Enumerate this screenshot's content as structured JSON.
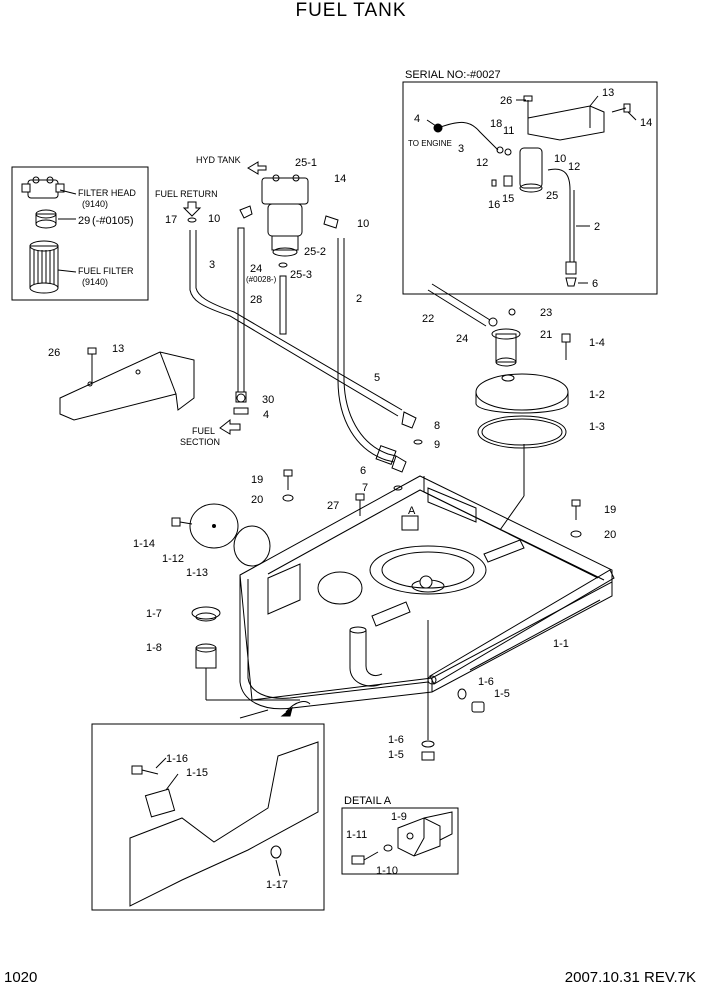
{
  "title": "FUEL TANK",
  "footer": {
    "page_number": "1020",
    "revision": "2007.10.31  REV.7K"
  },
  "inset_filter": {
    "filter_head": "FILTER HEAD",
    "filter_head_code": "(9140)",
    "part_29": "29",
    "part_29_note": "(-#0105)",
    "fuel_filter": "FUEL FILTER",
    "fuel_filter_code": "(9140)"
  },
  "inset_serial": {
    "heading": "SERIAL NO:-#0027",
    "to_engine": "TO ENGINE",
    "labels": [
      "26",
      "13",
      "14",
      "4",
      "18",
      "11",
      "3",
      "12",
      "10",
      "12",
      "16",
      "15",
      "25",
      "2",
      "6"
    ]
  },
  "main": {
    "hyd_tank": "HYD TANK",
    "fuel_return": "FUEL RETURN",
    "fuel_section_1": "FUEL",
    "fuel_section_2": "SECTION",
    "note_0028": "(#0028-)",
    "labels": {
      "p25_1": "25-1",
      "p14": "14",
      "p17": "17",
      "p10a": "10",
      "p10b": "10",
      "p25_2": "25-2",
      "p25_3": "25-3",
      "p24a": "24",
      "p3": "3",
      "p28": "28",
      "p2": "2",
      "p22": "22",
      "p23": "23",
      "p24b": "24",
      "p21": "21",
      "p1_4": "1-4",
      "p26": "26",
      "p13": "13",
      "p1_2": "1-2",
      "p5": "5",
      "p30": "30",
      "p4": "4",
      "p8": "8",
      "p1_3": "1-3",
      "p9": "9",
      "p6": "6",
      "p7": "7",
      "p19a": "19",
      "p20a": "20",
      "p27": "27",
      "pA": "A",
      "p19b": "19",
      "p20b": "20",
      "p1_14": "1-14",
      "p1_12": "1-12",
      "p1_13": "1-13",
      "p1_7": "1-7",
      "p1_8": "1-8",
      "p1_1": "1-1",
      "p1_6a": "1-6",
      "p1_5a": "1-5",
      "p1_6b": "1-6",
      "p1_5b": "1-5"
    }
  },
  "inset_plate": {
    "p1_16": "1-16",
    "p1_15": "1-15",
    "p1_17": "1-17"
  },
  "detail_a": {
    "heading": "DETAIL A",
    "p1_9": "1-9",
    "p1_11": "1-11",
    "p1_10": "1-10"
  }
}
